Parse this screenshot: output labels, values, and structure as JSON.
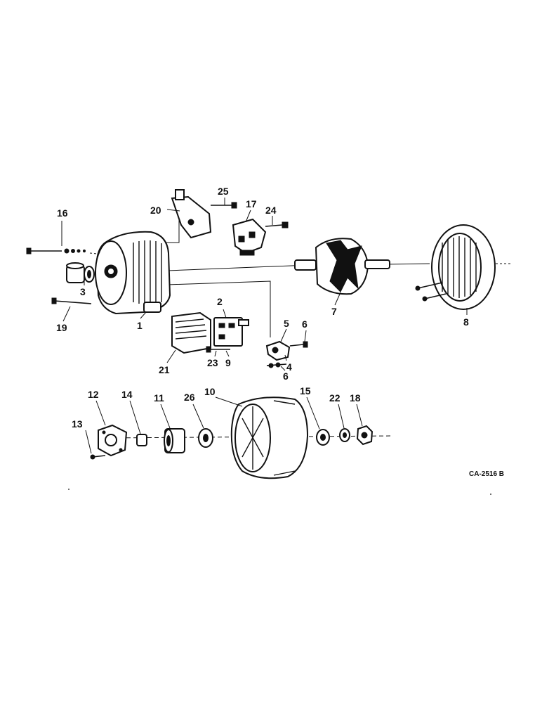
{
  "diagram": {
    "drawing_code": "CA-2516 B",
    "callouts": {
      "c1": "1",
      "c2": "2",
      "c3": "3",
      "c4": "4",
      "c5": "5",
      "c6a": "6",
      "c6b": "6",
      "c7": "7",
      "c8": "8",
      "c9": "9",
      "c10": "10",
      "c11": "11",
      "c12": "12",
      "c13": "13",
      "c14": "14",
      "c15": "15",
      "c16": "16",
      "c17": "17",
      "c18": "18",
      "c19": "19",
      "c20": "20",
      "c21": "21",
      "c22": "22",
      "c23": "23",
      "c24": "24",
      "c25": "25",
      "c26": "26"
    }
  }
}
